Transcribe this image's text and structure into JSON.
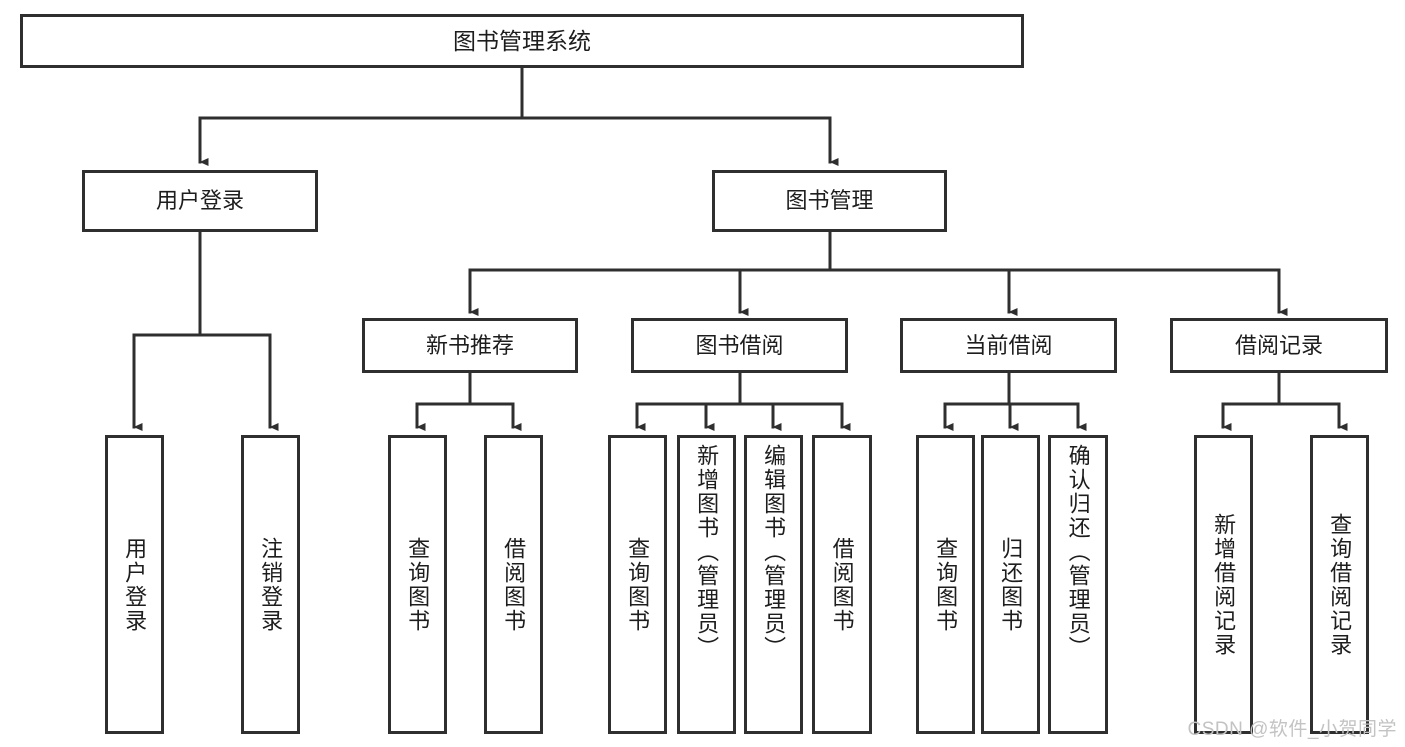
{
  "diagram": {
    "type": "tree",
    "title": "图书管理系统",
    "watermark": "CSDN @软件_小贺同学",
    "colors": {
      "stroke": "#2f2f2f",
      "fill": "#ffffff",
      "text": "#1d1d1d",
      "watermark": "#c3c3c3"
    },
    "nodes": {
      "root": {
        "label": "图书管理系统"
      },
      "level2": [
        {
          "label": "用户登录"
        },
        {
          "label": "图书管理"
        }
      ],
      "level3": [
        {
          "label": "新书推荐"
        },
        {
          "label": "图书借阅"
        },
        {
          "label": "当前借阅"
        },
        {
          "label": "借阅记录"
        }
      ],
      "leaves": {
        "user_login": [
          {
            "label": "用户登录"
          },
          {
            "label": "注销登录"
          }
        ],
        "new_book": [
          {
            "label": "查询图书"
          },
          {
            "label": "借阅图书"
          }
        ],
        "borrow_book": [
          {
            "label": "查询图书"
          },
          {
            "label": "新增图书（管理员）"
          },
          {
            "label": "编辑图书（管理员）"
          },
          {
            "label": "借阅图书"
          }
        ],
        "current_borrow": [
          {
            "label": "查询图书"
          },
          {
            "label": "归还图书"
          },
          {
            "label": "确认归还（管理员）"
          }
        ],
        "borrow_record": [
          {
            "label": "新增借阅记录"
          },
          {
            "label": "查询借阅记录"
          }
        ]
      }
    }
  }
}
